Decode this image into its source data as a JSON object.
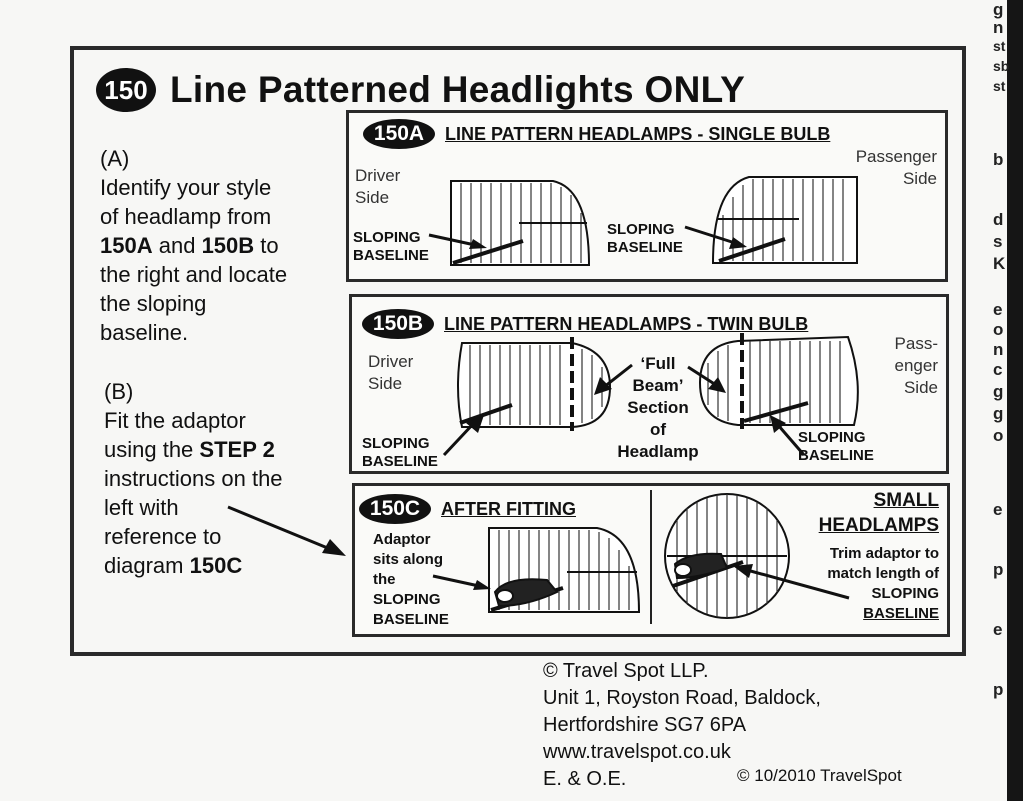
{
  "title": {
    "badge": "150",
    "text": "Line Patterned Headlights ONLY"
  },
  "instructions": {
    "a_label": "(A)",
    "a_line1": "Identify your style",
    "a_line2": "of headlamp from",
    "a_ref1": "150A",
    "a_and": "and",
    "a_ref2": "150B",
    "a_to": "to",
    "a_line4": "the right and locate",
    "a_line5": "the sloping",
    "a_line6": "baseline.",
    "b_label": "(B)",
    "b_line1": "Fit the adaptor",
    "b_line2_pre": "using the",
    "b_step": "STEP 2",
    "b_line3": "instructions on the",
    "b_line4": "left with",
    "b_line5": "reference to",
    "b_line6_pre": "diagram",
    "b_ref": "150C"
  },
  "panel_150a": {
    "badge": "150A",
    "heading": "LINE PATTERN HEADLAMPS - SINGLE BULB",
    "driver_1": "Driver",
    "driver_2": "Side",
    "passenger_1": "Passenger",
    "passenger_2": "Side",
    "sloping_1": "SLOPING",
    "baseline_1": "BASELINE",
    "sloping_2": "SLOPING",
    "baseline_2": "BASELINE"
  },
  "panel_150b": {
    "badge": "150B",
    "heading": "LINE PATTERN HEADLAMPS - TWIN BULB",
    "driver_1": "Driver",
    "driver_2": "Side",
    "passenger_1": "Pass-",
    "passenger_2": "enger",
    "passenger_3": "Side",
    "center_1": "‘Full",
    "center_2": "Beam’",
    "center_3": "Section",
    "center_4": "of",
    "center_5": "Headlamp",
    "sloping_1": "SLOPING",
    "baseline_1": "BASELINE",
    "sloping_2": "SLOPING",
    "baseline_2": "BASELINE"
  },
  "panel_150c": {
    "badge": "150C",
    "heading": "AFTER FITTING",
    "note_1": "Adaptor",
    "note_2": "sits along",
    "note_3": "the",
    "note_4": "SLOPING",
    "note_5": "BASELINE",
    "small_1": "SMALL",
    "small_2": "HEADLAMPS",
    "trim_1": "Trim adaptor to",
    "trim_2": "match length of",
    "trim_3": "SLOPING",
    "trim_4": "BASELINE"
  },
  "footer": {
    "company": "© Travel Spot LLP.",
    "address_1": "Unit 1, Royston Road, Baldock,",
    "address_2": "Hertfordshire SG7 6PA",
    "website": "www.travelspot.co.uk",
    "eoe": "E. & O.E.",
    "copyright": "© 10/2010 TravelSpot"
  },
  "edge_fragments": [
    "g",
    "n",
    "st",
    "sb",
    "st",
    "b",
    "d",
    "s",
    "K",
    "e",
    "o",
    "n",
    "c",
    "g",
    "g",
    "o",
    "e",
    "p",
    "e",
    "p"
  ]
}
